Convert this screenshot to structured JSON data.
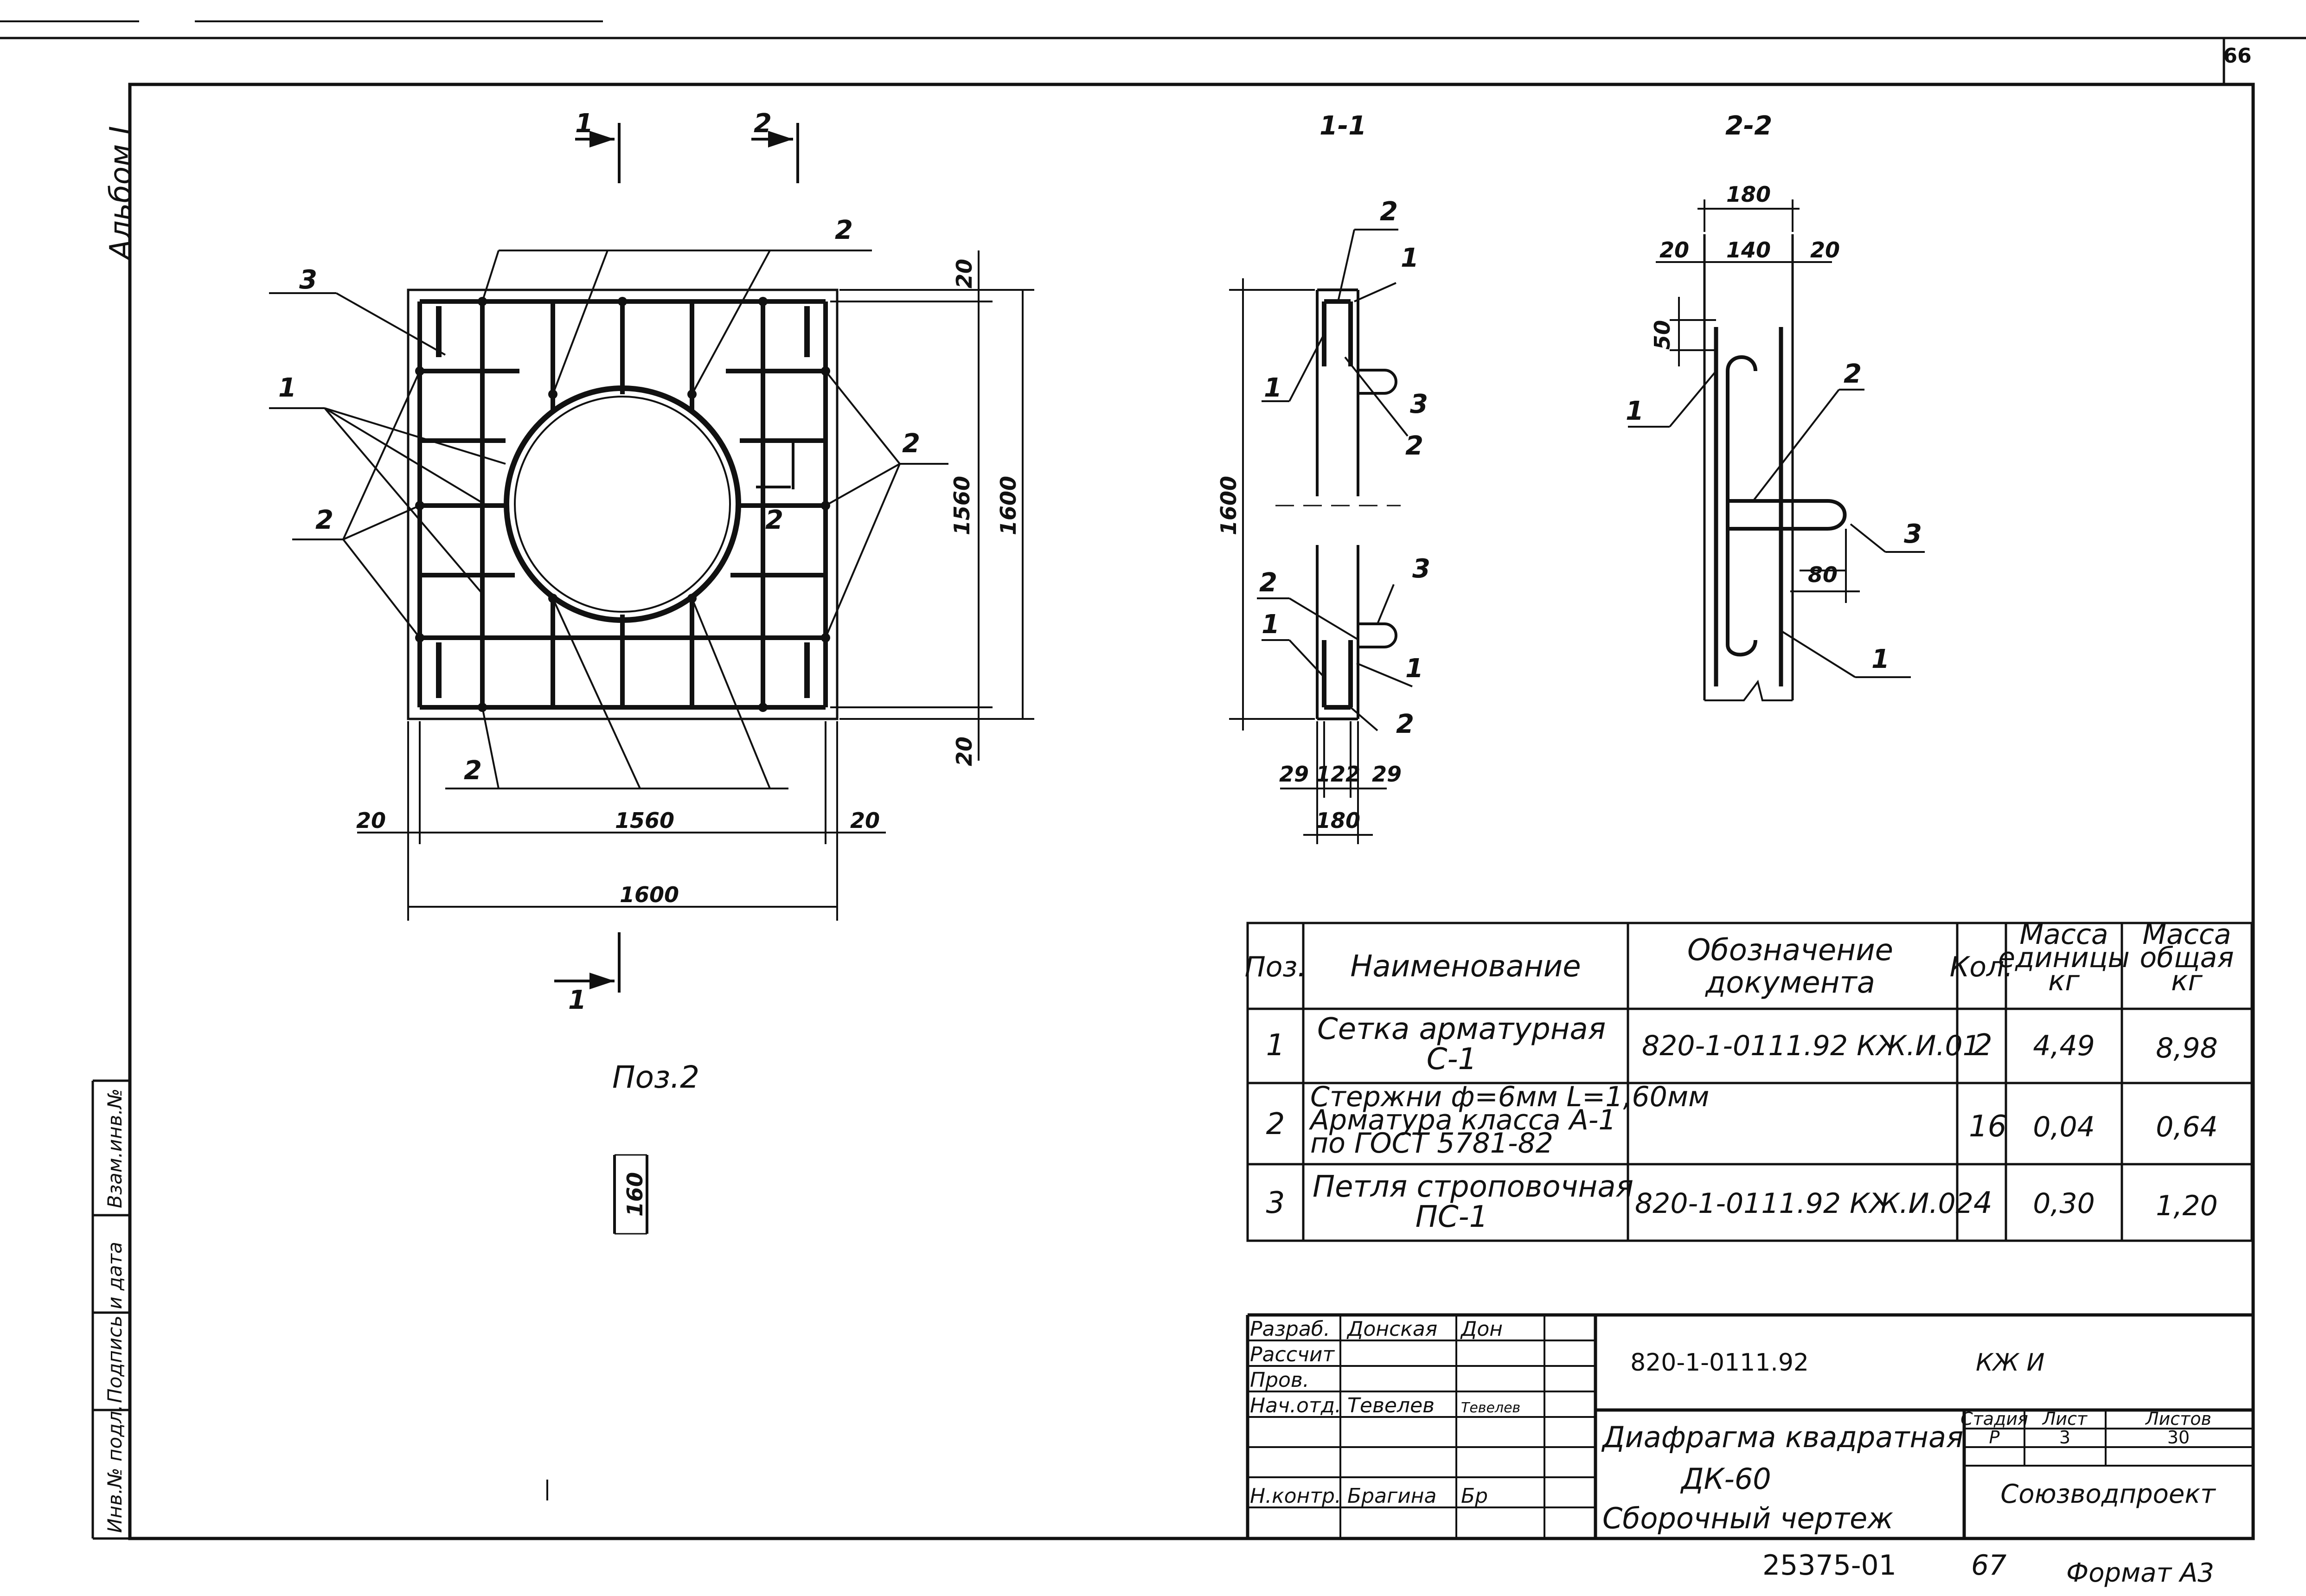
{
  "sheet": {
    "page_number": "66",
    "album": "Альбом I",
    "pos2_title": "Поз.2",
    "pos2_dim": "160",
    "format": "Формат А3",
    "archive_number": "25375-01",
    "archive_sheet": "67"
  },
  "plan_view": {
    "section_1": "1",
    "section_2": "2",
    "labels": {
      "pos1": "1",
      "pos2": "2",
      "pos3": "3"
    },
    "dims": {
      "top_margin": "20",
      "bottom_margin": "20",
      "left_margin": "20",
      "right_margin": "20",
      "inner": "1560",
      "overall": "1600",
      "inner_v": "1560",
      "overall_v": "1600"
    }
  },
  "section_1_1": {
    "title": "1-1",
    "labels": {
      "pos1": "1",
      "pos2": "2",
      "pos3": "3"
    },
    "dims": {
      "height": "1600",
      "left": "29",
      "mid": "122",
      "right": "29",
      "total": "180"
    }
  },
  "section_2_2": {
    "title": "2-2",
    "labels": {
      "pos1": "1",
      "pos2": "2",
      "pos3": "3"
    },
    "dims": {
      "total": "180",
      "left": "20",
      "mid": "140",
      "right": "20",
      "top": "50",
      "loop": "80"
    }
  },
  "spec_table": {
    "headers": {
      "pos": "Поз.",
      "name": "Наименование",
      "doc1": "Обозначение",
      "doc2": "документа",
      "qty": "Кол.",
      "unit1": "Масса",
      "unit2": "единицы",
      "unit3": "кг",
      "total1": "Масса",
      "total2": "общая",
      "total3": "кг"
    },
    "rows": [
      {
        "pos": "1",
        "name1": "Сетка арматурная",
        "name2": "С-1",
        "name3": "",
        "doc": "820-1-0111.92 КЖ.И.01",
        "qty": "2",
        "unit": "4,49",
        "total": "8,98"
      },
      {
        "pos": "2",
        "name1": "Стержни ф=6мм L=1,60мм",
        "name2": "Арматура класса А-1",
        "name3": "по ГОСТ 5781-82",
        "doc": "",
        "qty": "16",
        "unit": "0,04",
        "total": "0,64"
      },
      {
        "pos": "3",
        "name1": "Петля строповочная",
        "name2": "ПС-1",
        "name3": "",
        "doc": "820-1-0111.92 КЖ.И.02",
        "qty": "4",
        "unit": "0,30",
        "total": "1,20"
      }
    ]
  },
  "title_block": {
    "roles": [
      "Разраб.",
      "Рассчит",
      "Пров.",
      "Нач.отд.",
      "",
      "",
      "Н.контр."
    ],
    "names": [
      "Донская",
      "",
      "",
      "Тевелев",
      "",
      "",
      "Брагина"
    ],
    "signatures": [
      "Дон",
      "",
      "",
      "Тевелев",
      "",
      "",
      "Бр"
    ],
    "document_code": "820-1-0111.92",
    "document_mark": "КЖ И",
    "title_line1": "Диафрагма квадратная",
    "title_line2": "ДК-60",
    "title_line3": "Сборочный чертеж",
    "stage_label": "Стадия",
    "sheet_label": "Лист",
    "sheets_label": "Листов",
    "stage": "Р",
    "sheet": "3",
    "sheets": "30",
    "organization": "Союзводпроект"
  },
  "side_stamp": {
    "labels": [
      "Инв.№ подл.",
      "Подпись и дата",
      "Взам.инв.№"
    ]
  }
}
